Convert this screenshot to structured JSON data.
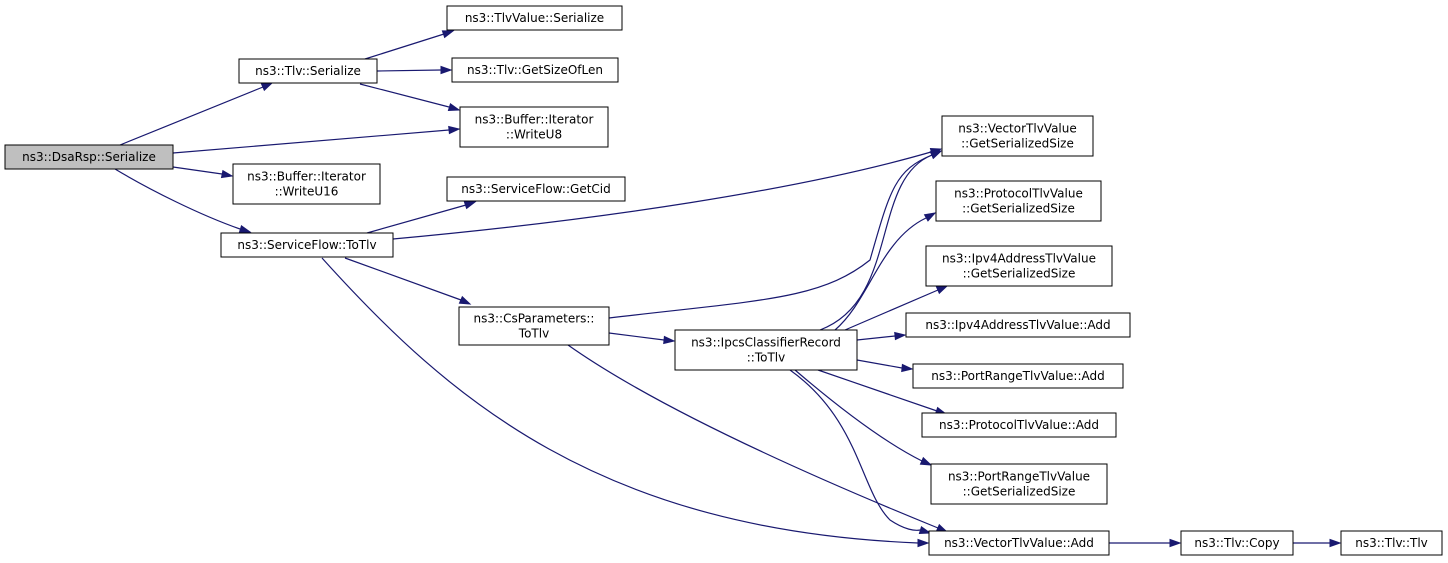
{
  "nodes": [
    {
      "id": "dsarsp_serialize",
      "lines": [
        "ns3::DsaRsp::Serialize"
      ],
      "root": true
    },
    {
      "id": "tlv_serialize",
      "lines": [
        "ns3::Tlv::Serialize"
      ]
    },
    {
      "id": "tlvvalue_serialize",
      "lines": [
        "ns3::TlvValue::Serialize"
      ]
    },
    {
      "id": "tlv_getsizeoflen",
      "lines": [
        "ns3::Tlv::GetSizeOfLen"
      ]
    },
    {
      "id": "buffer_writeu8",
      "lines": [
        "ns3::Buffer::Iterator",
        "::WriteU8"
      ]
    },
    {
      "id": "buffer_writeu16",
      "lines": [
        "ns3::Buffer::Iterator",
        "::WriteU16"
      ]
    },
    {
      "id": "serviceflow_totlv",
      "lines": [
        "ns3::ServiceFlow::ToTlv"
      ]
    },
    {
      "id": "serviceflow_getcid",
      "lines": [
        "ns3::ServiceFlow::GetCid"
      ]
    },
    {
      "id": "csparameters_totlv",
      "lines": [
        "ns3::CsParameters::",
        "ToTlv"
      ]
    },
    {
      "id": "ipcsclassifierrecord_totlv",
      "lines": [
        "ns3::IpcsClassifierRecord",
        "::ToTlv"
      ]
    },
    {
      "id": "vectortlvvalue_getserializedsize",
      "lines": [
        "ns3::VectorTlvValue",
        "::GetSerializedSize"
      ]
    },
    {
      "id": "protocoltlvvalue_getserializedsize",
      "lines": [
        "ns3::ProtocolTlvValue",
        "::GetSerializedSize"
      ]
    },
    {
      "id": "ipv4addresstlvvalue_getserializedsize",
      "lines": [
        "ns3::Ipv4AddressTlvValue",
        "::GetSerializedSize"
      ]
    },
    {
      "id": "ipv4addresstlvvalue_add",
      "lines": [
        "ns3::Ipv4AddressTlvValue::Add"
      ]
    },
    {
      "id": "portrangetlvvalue_add",
      "lines": [
        "ns3::PortRangeTlvValue::Add"
      ]
    },
    {
      "id": "protocoltlvvalue_add",
      "lines": [
        "ns3::ProtocolTlvValue::Add"
      ]
    },
    {
      "id": "portrangetlvvalue_getserializedsize",
      "lines": [
        "ns3::PortRangeTlvValue",
        "::GetSerializedSize"
      ]
    },
    {
      "id": "vectortlvvalue_add",
      "lines": [
        "ns3::VectorTlvValue::Add"
      ]
    },
    {
      "id": "tlv_copy",
      "lines": [
        "ns3::Tlv::Copy"
      ]
    },
    {
      "id": "tlv_tlv",
      "lines": [
        "ns3::Tlv::Tlv"
      ]
    }
  ],
  "edges": [
    {
      "from": "dsarsp_serialize",
      "to": "tlv_serialize"
    },
    {
      "from": "dsarsp_serialize",
      "to": "buffer_writeu8"
    },
    {
      "from": "dsarsp_serialize",
      "to": "buffer_writeu16"
    },
    {
      "from": "dsarsp_serialize",
      "to": "serviceflow_totlv"
    },
    {
      "from": "tlv_serialize",
      "to": "tlvvalue_serialize"
    },
    {
      "from": "tlv_serialize",
      "to": "tlv_getsizeoflen"
    },
    {
      "from": "tlv_serialize",
      "to": "buffer_writeu8"
    },
    {
      "from": "serviceflow_totlv",
      "to": "serviceflow_getcid"
    },
    {
      "from": "serviceflow_totlv",
      "to": "vectortlvvalue_getserializedsize"
    },
    {
      "from": "serviceflow_totlv",
      "to": "csparameters_totlv"
    },
    {
      "from": "serviceflow_totlv",
      "to": "vectortlvvalue_add"
    },
    {
      "from": "csparameters_totlv",
      "to": "vectortlvvalue_getserializedsize"
    },
    {
      "from": "csparameters_totlv",
      "to": "ipcsclassifierrecord_totlv"
    },
    {
      "from": "csparameters_totlv",
      "to": "vectortlvvalue_add"
    },
    {
      "from": "ipcsclassifierrecord_totlv",
      "to": "vectortlvvalue_getserializedsize"
    },
    {
      "from": "ipcsclassifierrecord_totlv",
      "to": "protocoltlvvalue_getserializedsize"
    },
    {
      "from": "ipcsclassifierrecord_totlv",
      "to": "ipv4addresstlvvalue_getserializedsize"
    },
    {
      "from": "ipcsclassifierrecord_totlv",
      "to": "ipv4addresstlvvalue_add"
    },
    {
      "from": "ipcsclassifierrecord_totlv",
      "to": "portrangetlvvalue_add"
    },
    {
      "from": "ipcsclassifierrecord_totlv",
      "to": "protocoltlvvalue_add"
    },
    {
      "from": "ipcsclassifierrecord_totlv",
      "to": "portrangetlvvalue_getserializedsize"
    },
    {
      "from": "ipcsclassifierrecord_totlv",
      "to": "vectortlvvalue_add"
    },
    {
      "from": "vectortlvvalue_add",
      "to": "tlv_copy"
    },
    {
      "from": "tlv_copy",
      "to": "tlv_tlv"
    }
  ]
}
